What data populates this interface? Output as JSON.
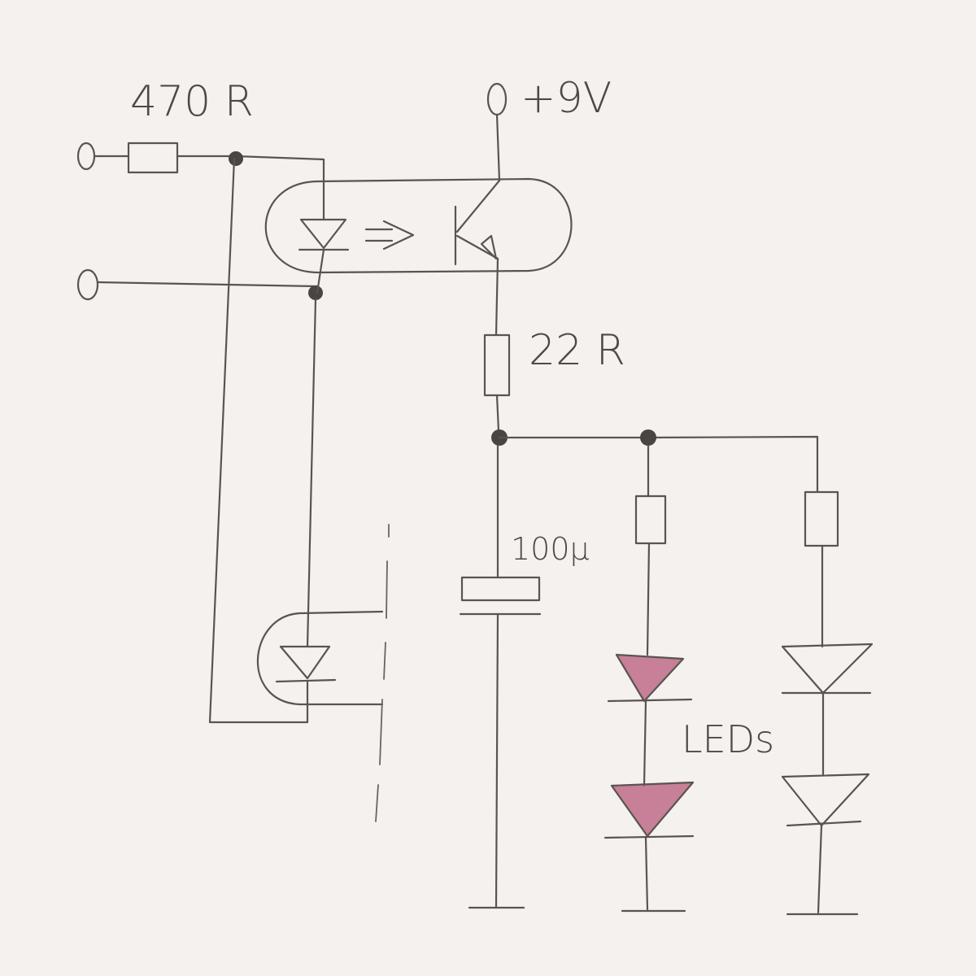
{
  "labels": {
    "r_input": "470 R",
    "supply": "+9V",
    "r_series": "22 R",
    "capacitor": "100µ",
    "leds": "LEDs"
  },
  "colors": {
    "paper": "#f4f1ee",
    "ink": "#5a5450",
    "led_fill": "#b8597a"
  }
}
